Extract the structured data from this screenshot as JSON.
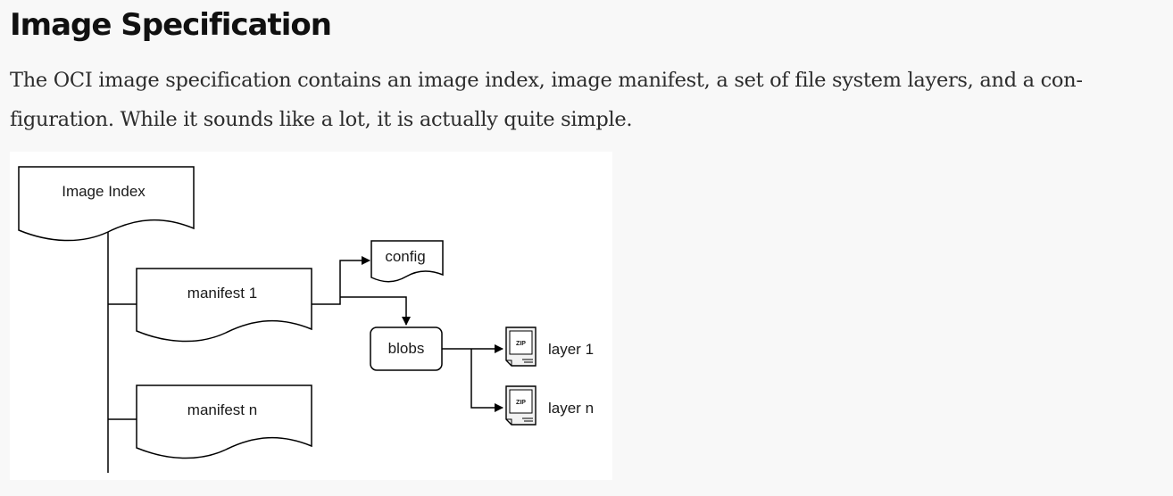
{
  "heading": "Image Specification",
  "paragraph": {
    "line1": "The OCI image specification contains an image index, image manifest, a set of file system layers, and a con-",
    "line2": "figuration. While it sounds like a lot, it is actually quite simple."
  },
  "diagram": {
    "image_index": "Image Index",
    "manifest_1": "manifest 1",
    "manifest_n": "manifest n",
    "config": "config",
    "blobs": "blobs",
    "layer_1": "layer 1",
    "layer_n": "layer n",
    "zip_1": "ZIP",
    "zip_n": "ZIP"
  }
}
